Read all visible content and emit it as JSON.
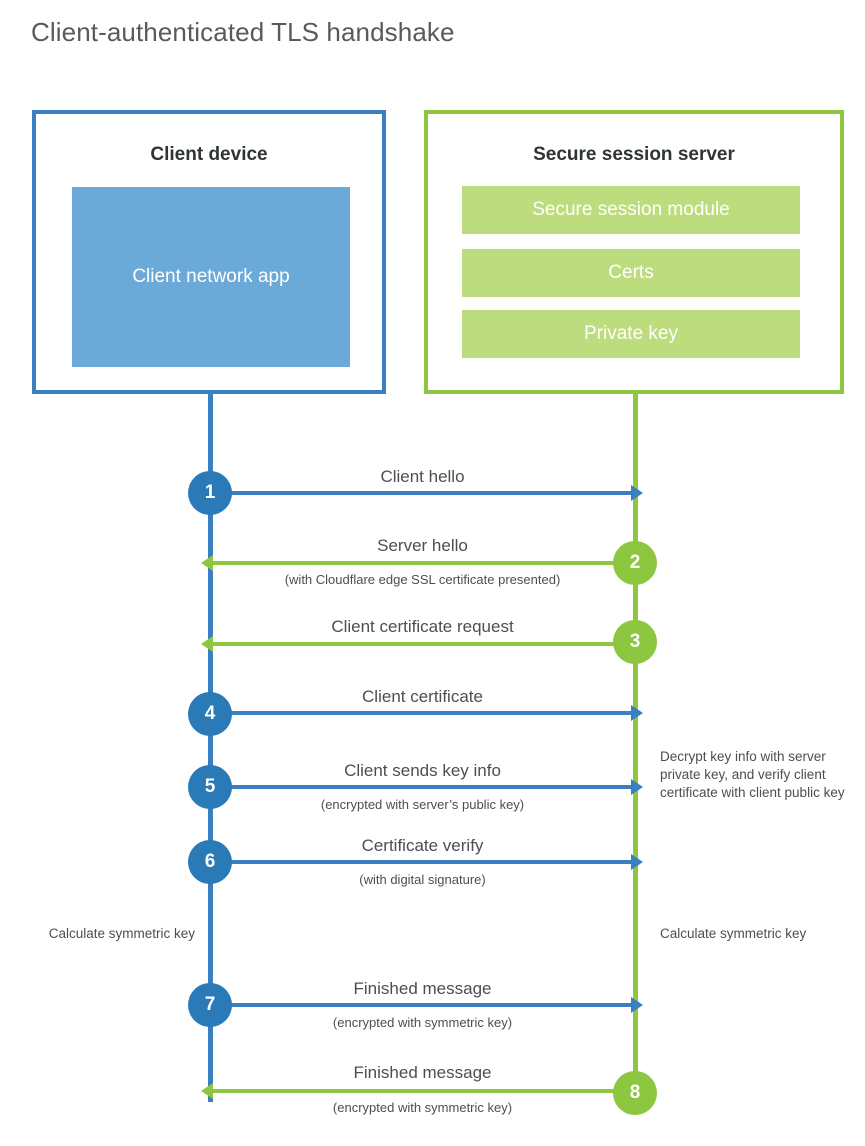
{
  "title": "Client-authenticated TLS handshake",
  "colors": {
    "client_blue": "#3a7fbf",
    "client_circle_blue": "#2a7ab8",
    "client_app_blue": "#6aa9d8",
    "server_green": "#8dc63f",
    "server_bar_green": "#bcdc7e",
    "text_gray": "#4a4f53",
    "title_gray": "#5a5a5a",
    "heading_dark": "#2f3437",
    "background": "#ffffff"
  },
  "actors": {
    "client": {
      "title": "Client device",
      "app_label": "Client network app"
    },
    "server": {
      "title": "Secure session server",
      "modules": [
        "Secure session module",
        "Certs",
        "Private key"
      ]
    }
  },
  "annotations": {
    "server_decrypt": "Decrypt key info with server private key, and verify client certificate with client public key",
    "client_calculate": "Calculate symmetric key",
    "server_calculate": "Calculate symmetric key"
  },
  "steps": [
    {
      "number": "1",
      "label": "Client hello",
      "sublabel": "",
      "direction": "client-to-server",
      "side": "client"
    },
    {
      "number": "2",
      "label": "Server hello",
      "sublabel": "(with Cloudflare edge SSL certificate presented)",
      "direction": "server-to-client",
      "side": "server"
    },
    {
      "number": "3",
      "label": "Client certificate request",
      "sublabel": "",
      "direction": "server-to-client",
      "side": "server"
    },
    {
      "number": "4",
      "label": "Client certificate",
      "sublabel": "",
      "direction": "client-to-server",
      "side": "client"
    },
    {
      "number": "5",
      "label": "Client sends key info",
      "sublabel": "(encrypted with server’s public key)",
      "direction": "client-to-server",
      "side": "client"
    },
    {
      "number": "6",
      "label": "Certificate verify",
      "sublabel": "(with digital signature)",
      "direction": "client-to-server",
      "side": "client"
    },
    {
      "number": "7",
      "label": "Finished message",
      "sublabel": "(encrypted with symmetric key)",
      "direction": "client-to-server",
      "side": "client"
    },
    {
      "number": "8",
      "label": "Finished message",
      "sublabel": "(encrypted with symmetric key)",
      "direction": "server-to-client",
      "side": "server"
    }
  ]
}
